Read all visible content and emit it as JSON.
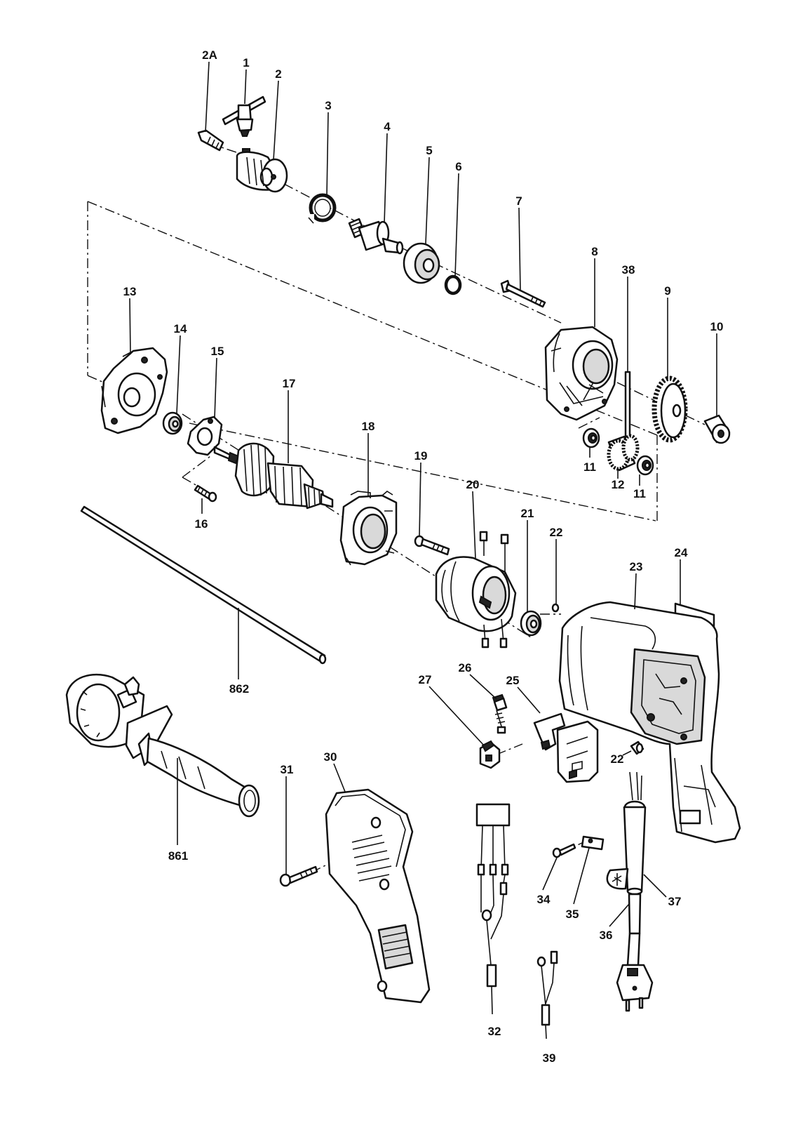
{
  "diagram": {
    "background": "#ffffff",
    "line_color": "#111111",
    "labels": {
      "p2A": "2A",
      "p1": "1",
      "p2": "2",
      "p3": "3",
      "p4": "4",
      "p5": "5",
      "p6": "6",
      "p7": "7",
      "p8": "8",
      "p38": "38",
      "p9": "9",
      "p10": "10",
      "p13": "13",
      "p14": "14",
      "p15": "15",
      "p17": "17",
      "p18": "18",
      "p11a": "11",
      "p12": "12",
      "p11b": "11",
      "p16": "16",
      "p19": "19",
      "p20": "20",
      "p21": "21",
      "p22a": "22",
      "p23": "23",
      "p24": "24",
      "p862": "862",
      "p26": "26",
      "p27": "27",
      "p25": "25",
      "p22b": "22",
      "p31": "31",
      "p30": "30",
      "p861": "861",
      "p34": "34",
      "p35": "35",
      "p37": "37",
      "p36": "36",
      "p32": "32",
      "p39": "39"
    }
  }
}
